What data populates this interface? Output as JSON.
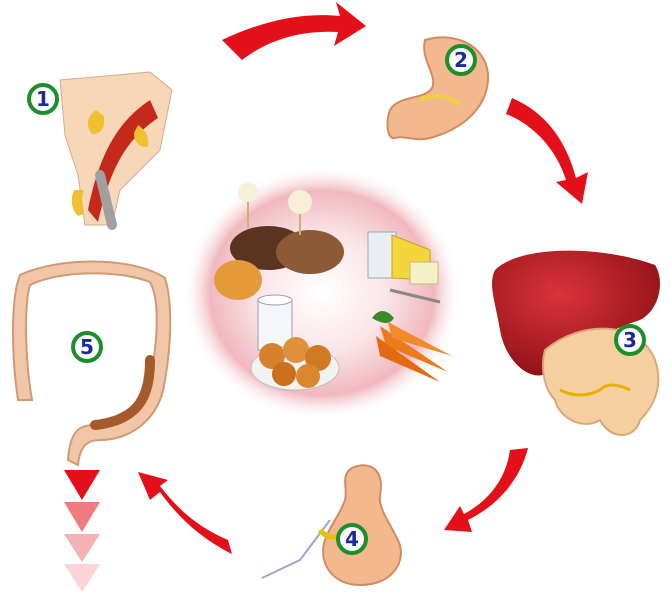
{
  "diagram": {
    "stages": [
      {
        "number": "1",
        "organ": "mouth-and-esophagus"
      },
      {
        "number": "2",
        "organ": "stomach"
      },
      {
        "number": "3",
        "organ": "liver-and-pancreas"
      },
      {
        "number": "4",
        "organ": "small-intestine"
      },
      {
        "number": "5",
        "organ": "large-intestine"
      }
    ],
    "center": {
      "content": "food-plate"
    },
    "colors": {
      "arrow": "#e3101a",
      "badge_ring": "#1c8f2a",
      "badge_text": "#1a2a9a",
      "center_glow": "#e8a0a8",
      "organ_pink": "#f2b58f",
      "liver": "#b31a1f"
    }
  }
}
